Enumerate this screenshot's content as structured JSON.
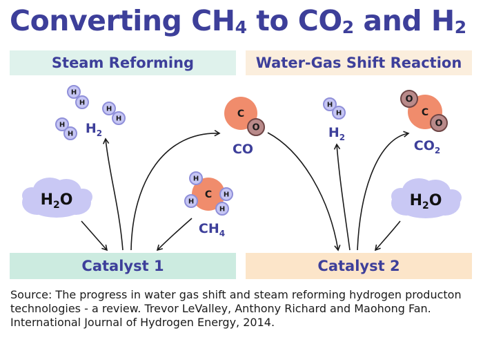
{
  "title": {
    "prefix": "Converting CH",
    "sub1": "4",
    "mid1": " to CO",
    "sub2": "2",
    "mid2": " and H",
    "sub3": "2"
  },
  "headers": {
    "left": "Steam Reforming",
    "right": "Water-Gas Shift Reaction"
  },
  "catalysts": {
    "left": "Catalyst 1",
    "right": "Catalyst 2"
  },
  "atoms": {
    "hydrogen": "H",
    "carbon": "C",
    "oxygen": "O"
  },
  "labels": {
    "water_left": {
      "base": "H",
      "sub": "2",
      "tail": "O"
    },
    "water_right": {
      "base": "H",
      "sub": "2",
      "tail": "O"
    },
    "hydrogen_left": {
      "base": "H",
      "sub": "2"
    },
    "hydrogen_right": {
      "base": "H",
      "sub": "2"
    },
    "carbon_monoxide": {
      "base": "CO"
    },
    "carbon_dioxide": {
      "base": "CO",
      "sub": "2"
    },
    "methane": {
      "base": "CH",
      "sub": "4"
    }
  },
  "source_text": "Source: The progress in water gas shift and steam reforming hydrogen producton technologies - a review. Trevor LeValley, Anthony Richard and Maohong Fan. International Journal of Hydrogen Energy, 2014.",
  "colors": {
    "title": "#3d3f9a",
    "hydrogen_atom": "#c6c6f4",
    "carbon_atom": "#f08c6c",
    "oxygen_atom": "#b98a8a",
    "cloud": "#c9c8f4",
    "band_mint": "#dff2ec",
    "band_peach": "#fbeedd"
  }
}
